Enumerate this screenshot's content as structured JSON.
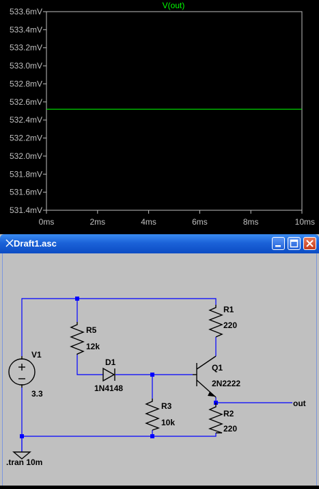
{
  "plot": {
    "trace_name": "V(out)",
    "trace_color": "#00ff00",
    "background": "#000000",
    "grid_color": "#c0c0c0"
  },
  "chart_data": {
    "type": "line",
    "title": "V(out)",
    "xlabel": "",
    "ylabel": "",
    "x_ticks": [
      "0ms",
      "2ms",
      "4ms",
      "6ms",
      "8ms",
      "10ms"
    ],
    "y_ticks": [
      "533.6mV",
      "533.4mV",
      "533.2mV",
      "533.0mV",
      "532.8mV",
      "532.6mV",
      "532.4mV",
      "532.2mV",
      "532.0mV",
      "531.8mV",
      "531.6mV",
      "531.4mV"
    ],
    "xlim": [
      0,
      10
    ],
    "ylim": [
      531.4,
      533.6
    ],
    "series": [
      {
        "name": "V(out)",
        "x": [
          0,
          10
        ],
        "values": [
          532.52,
          532.52
        ]
      }
    ]
  },
  "window": {
    "title": "Draft1.asc",
    "titlebar_color": "#1b62d8"
  },
  "schematic": {
    "v1_name": "V1",
    "v1_value": "3.3",
    "r1_name": "R1",
    "r1_value": "220",
    "r2_name": "R2",
    "r2_value": "220",
    "r3_name": "R3",
    "r3_value": "10k",
    "r5_name": "R5",
    "r5_value": "12k",
    "d1_name": "D1",
    "d1_value": "1N4148",
    "q1_name": "Q1",
    "q1_value": "2N2222",
    "out_label": "out",
    "directive": ".tran 10m"
  }
}
